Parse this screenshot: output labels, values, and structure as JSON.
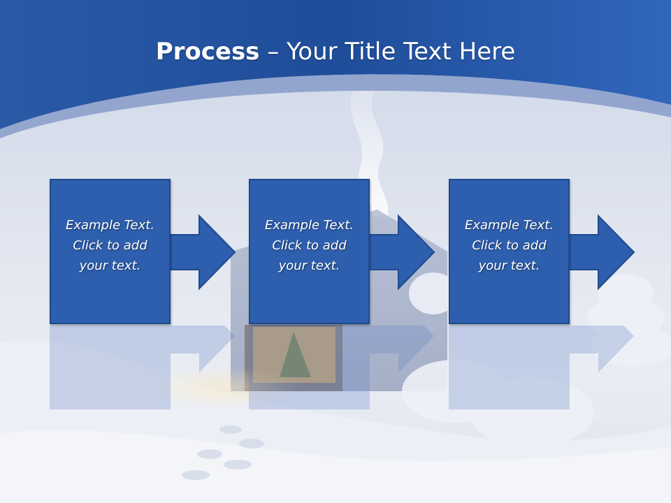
{
  "slide": {
    "title_bold": "Process",
    "title_rest": " – Your Title Text Here",
    "steps": [
      {
        "line1": "Example Text.",
        "line2": "Click  to add",
        "line3": "your text."
      },
      {
        "line1": "Example Text.",
        "line2": "Click  to add",
        "line3": "your text."
      },
      {
        "line1": "Example Text.",
        "line2": "Click  to add",
        "line3": "your text."
      }
    ]
  },
  "colors": {
    "header_blue": "#2a5aa8",
    "step_fill": "#2e5fae",
    "step_border": "#1f4a8e",
    "snow_background": "#e4e8f1"
  },
  "icons": [
    "right-arrow-icon"
  ]
}
